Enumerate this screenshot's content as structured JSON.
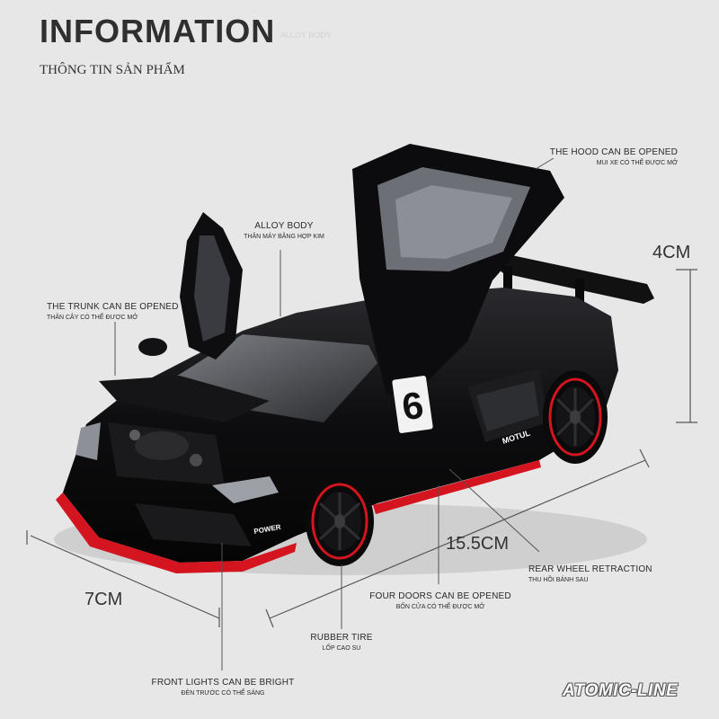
{
  "header": {
    "title": "INFORMATION",
    "title_ghost": "ALLOY BODY",
    "subtitle": "THÔNG TIN SẢN PHẨM"
  },
  "features": {
    "hood": {
      "en": "THE HOOD CAN BE OPENED",
      "vi": "MUI XE CÓ THỂ ĐƯỢC MỞ"
    },
    "alloy": {
      "en": "ALLOY BODY",
      "vi": "THÂN MÁY BẰNG HỢP KIM"
    },
    "trunk": {
      "en": "THE TRUNK CAN BE OPENED",
      "vi": "THÂN CÂY CÓ THỂ ĐƯỢC MỞ"
    },
    "rear_wheel": {
      "en": "REAR WHEEL RETRACTION",
      "vi": "THU HỒI BÁNH SAU"
    },
    "doors": {
      "en": "FOUR DOORS CAN BE OPENED",
      "vi": "BỐN CỬA CÓ THỂ ĐƯỢC MỞ"
    },
    "tire": {
      "en": "RUBBER TIRE",
      "vi": "LỐP CAO SU"
    },
    "lights": {
      "en": "FRONT LIGHTS CAN BE BRIGHT",
      "vi": "ĐÈN TRƯỚC CÓ THỂ SÁNG"
    }
  },
  "dimensions": {
    "height": "4CM",
    "length": "15.5CM",
    "width": "7CM"
  },
  "brand": "ATOMIC-LINE",
  "car_graphics": {
    "door_number": "6",
    "sponsor": "MOTUL",
    "plate": "POWER"
  },
  "colors": {
    "background": "#e7e7e7",
    "car_body": "#0d0d0f",
    "accent": "#d4141e"
  }
}
